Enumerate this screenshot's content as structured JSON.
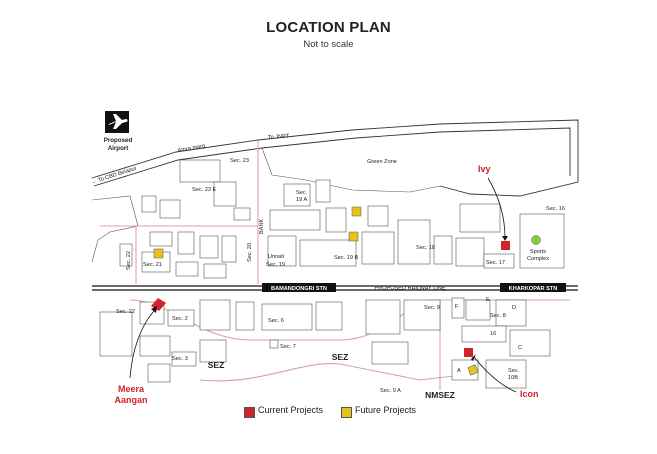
{
  "header": {
    "title": "LOCATION PLAN",
    "subtitle": "Not to scale"
  },
  "airport": {
    "icon": "airplane-icon",
    "label_line1": "Proposed",
    "label_line2": "Airport"
  },
  "roads": {
    "amra_marg": "Amra marg",
    "to_jnpt": "To JNPT",
    "to_cbd": "← To CBD Belapur",
    "bank": "BANK",
    "railway": "PROPOSED RAILWAY LINE"
  },
  "stations": {
    "bamandongri": "BAMANDONGRI STN",
    "kharkopar": "KHARKOPAR STN"
  },
  "areas": {
    "green_zone": "Green Zone",
    "sports_line1": "Sports",
    "sports_line2": "Complex",
    "unnati": "Unnati",
    "sez1": "SEZ",
    "sez2": "SEZ",
    "nmsez": "NMSEZ"
  },
  "sectors": {
    "s23": "Sec. 23",
    "s23e": "Sec. 23 E",
    "s21": "Sec. 21",
    "s22": "Sec. 22",
    "s22top": "Sec. 22",
    "s20": "Sec. 20",
    "s19": "Sec. 19",
    "s19a_1": "Sec.",
    "s19a_2": "19 A",
    "s19b": "Sec. 19 B",
    "s18": "Sec. 18",
    "s17": "Sec. 17",
    "s16": "Sec. 16",
    "s2": "Sec. 2",
    "s3": "Sec. 3",
    "s6": "Sec. 6",
    "s7": "Sec. 7",
    "s9": "Sec. 9",
    "s9a": "Sec. 9 A",
    "s8": "Sec. 8",
    "s10b_1": "Sec.",
    "s10b_2": "10B",
    "f": "F",
    "e": "E",
    "d": "D",
    "c": "C",
    "a": "A",
    "s16b": "16"
  },
  "projects": {
    "ivy": "Ivy",
    "icon": "Icon",
    "meera_1": "Meera",
    "meera_2": "Aangan"
  },
  "legend": {
    "current": "Current Projects",
    "future": "Future Projects"
  },
  "colors": {
    "current": "#d0232b",
    "future": "#e8c21c",
    "sports": "#8dc63f",
    "road_pink": "#d8a0a8"
  }
}
